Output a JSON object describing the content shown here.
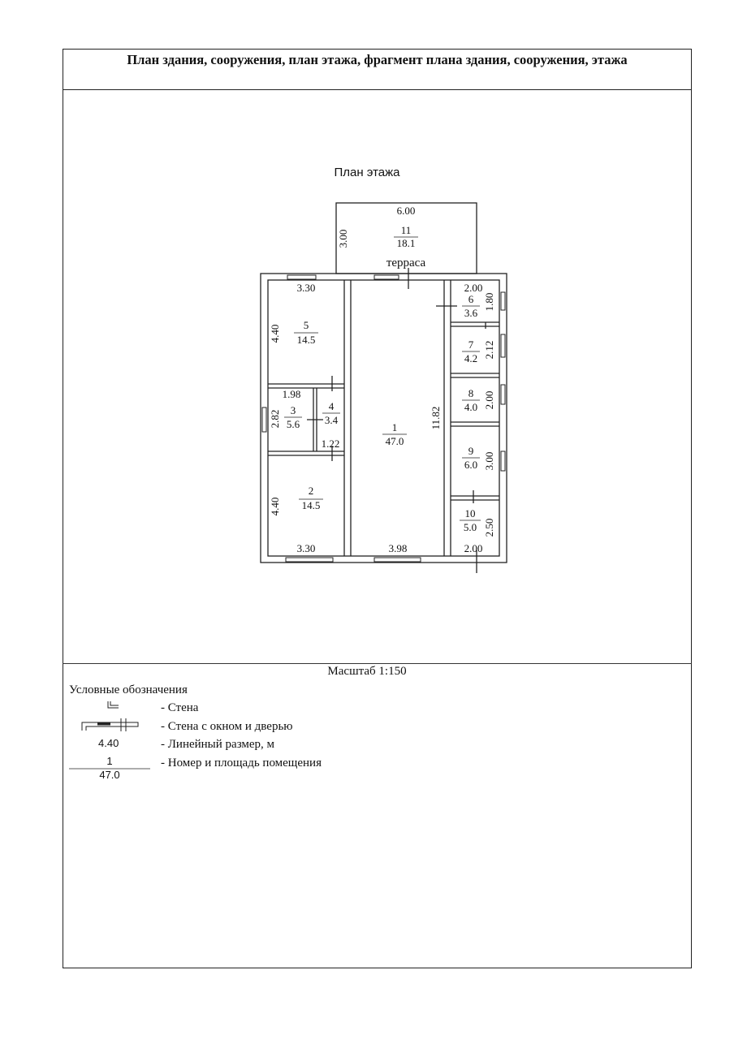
{
  "header": {
    "title": "План здания, сооружения, план этажа, фрагмент плана здания, сооружения, этажа"
  },
  "plan": {
    "subtitle": "План этажа",
    "terrace": {
      "number": "11",
      "area": "18.1",
      "label": "терраса",
      "width": "6.00",
      "depth": "3.00"
    },
    "rooms": [
      {
        "id": "room-1",
        "number": "1",
        "area": "47.0"
      },
      {
        "id": "room-2",
        "number": "2",
        "area": "14.5"
      },
      {
        "id": "room-3",
        "number": "3",
        "area": "5.6"
      },
      {
        "id": "room-4",
        "number": "4",
        "area": "3.4"
      },
      {
        "id": "room-5",
        "number": "5",
        "area": "14.5"
      },
      {
        "id": "room-6",
        "number": "6",
        "area": "3.6"
      },
      {
        "id": "room-7",
        "number": "7",
        "area": "4.2"
      },
      {
        "id": "room-8",
        "number": "8",
        "area": "4.0"
      },
      {
        "id": "room-9",
        "number": "9",
        "area": "6.0"
      },
      {
        "id": "room-10",
        "number": "10",
        "area": "5.0"
      }
    ],
    "dimensions": [
      "3.30",
      "4.40",
      "1.98",
      "2.82",
      "1.22",
      "4.40",
      "3.30",
      "3.98",
      "11.82",
      "2.00",
      "1.80",
      "2.12",
      "2.00",
      "3.00",
      "2.50",
      "2.00"
    ]
  },
  "footer": {
    "scale": "Масштаб 1:150",
    "legend_title": "Условные обозначения",
    "legend": [
      {
        "label": "- Стена"
      },
      {
        "label": "- Стена с окном и дверью"
      },
      {
        "label": "- Линейный размер, м",
        "sample": "4.40"
      },
      {
        "label": "- Номер и площадь помещения",
        "sample_number": "1",
        "sample_area": "47.0"
      }
    ]
  },
  "colors": {
    "line": "#222222",
    "background": "#ffffff"
  }
}
